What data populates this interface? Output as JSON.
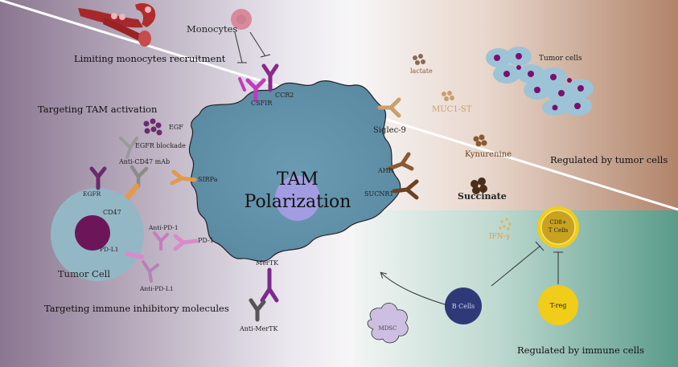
{
  "labels": {
    "center_line1": "TAM",
    "center_line2": "Polarization",
    "monocytes": "Monocytes",
    "limiting_recruitment": "Limiting monocytes recruitment",
    "ccr2": "CCR2",
    "csf1r": "CSFIR",
    "targeting_activation": "Targeting TAM activation",
    "egf": "EGF",
    "egfr_blockade": "EGFR blockade",
    "anti_cd47": "Anti-CD47 mAb",
    "sirpa": "SIRPa",
    "egfr": "EGFR",
    "cd47": "CD47",
    "anti_pd1_top": "Anti-PD-1",
    "pd1": "PD-1",
    "pdl1": "PD-L1",
    "anti_pdl1": "Anti-PD-L1",
    "tumor_cell": "Tumor Cell",
    "merTK": "MerTK",
    "anti_merTK": "Anti-MerTK",
    "targeting_inhibitory": "Targeting immune inhibitory molecules",
    "siglec9": "Siglec-9",
    "lactate": "lactate",
    "muc1": "MUC1-ST",
    "tumor_cells": "Tumor cells",
    "ahr": "AHR",
    "sucnr1": "SUCNR1",
    "kynurenine": "Kynurenine",
    "succinate": "Succinate",
    "regulated_tumor": "Regulated by tumor cells",
    "ifn": "IFN-γ",
    "cd8_line1": "CD8+",
    "cd8_line2": "T Cells",
    "b_cells": "B Cells",
    "t_reg": "T-reg",
    "mdsc": "MDSC",
    "regulated_immune": "Regulated by immune cells"
  },
  "colors": {
    "bg_left": "#8f7c90",
    "bg_mid": "#f4f4f6",
    "bg_right": "#b7896c",
    "panel_immune": "#5c9c8a",
    "tam_body": "#5f8ea7",
    "tam_nucleus": "#a79ce6",
    "tumor_cell_body": "#93b7c5",
    "tumor_nucleus": "#6d1559",
    "magenta": "#c03bbd",
    "purple": "#6b2a6d",
    "orange": "#e29a4c",
    "tan": "#c9a06e",
    "brown": "#8b5a32",
    "gray": "#8b8b8b",
    "pink": "#d98bc9",
    "monocyte": "#d98a9c",
    "b_cell": "#2e3a78",
    "t_reg": "#f0cd18",
    "cd8": "#c9a320",
    "mdsc": "#cdbfe2",
    "cluster_body": "#9dc3d6",
    "cluster_dot": "#7b0f6e"
  },
  "icons": {
    "vessel": "blood-vessel-icon",
    "receptor": "y-shaped-receptor-icon",
    "molecule": "molecule-cluster-icon"
  }
}
